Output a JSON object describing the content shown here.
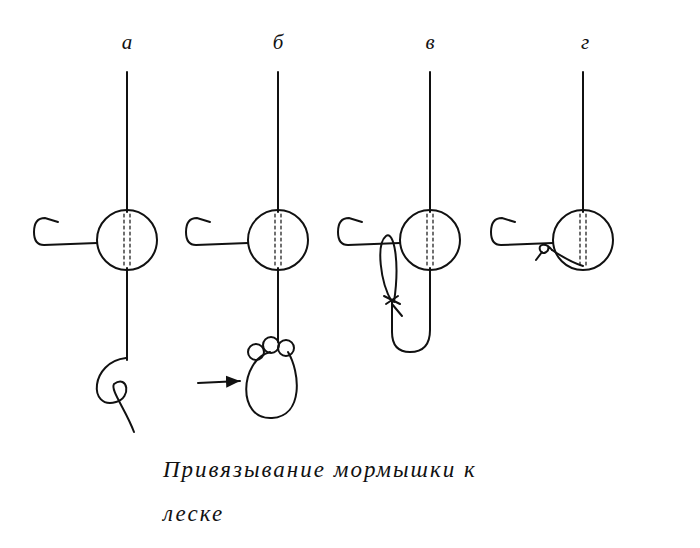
{
  "diagram": {
    "caption": "Привязывание мормышки к леске",
    "labels": [
      "а",
      "б",
      "в",
      "г"
    ]
  }
}
